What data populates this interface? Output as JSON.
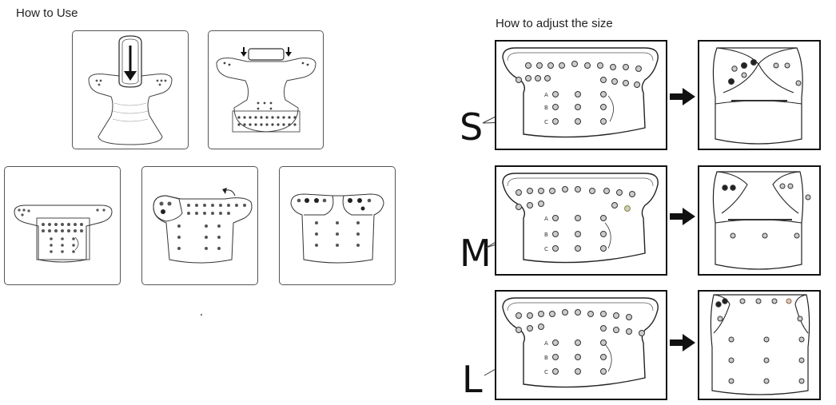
{
  "left": {
    "title": "How to Use",
    "steps": [
      {
        "name": "insert-pad"
      },
      {
        "name": "fold-waist"
      },
      {
        "name": "lay-flat"
      },
      {
        "name": "fold-wing"
      },
      {
        "name": "snap-closed"
      }
    ]
  },
  "right": {
    "title": "How to adjust the size",
    "sizes": [
      {
        "label": "S"
      },
      {
        "label": "M"
      },
      {
        "label": "L"
      }
    ],
    "snap_labels": [
      "A",
      "B",
      "C"
    ]
  }
}
